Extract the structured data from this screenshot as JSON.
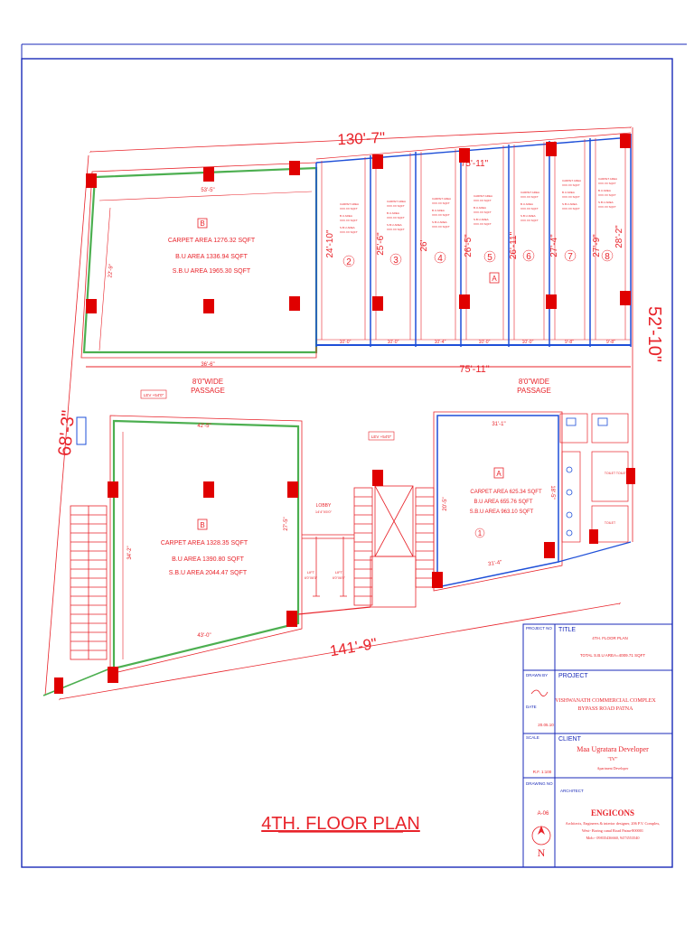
{
  "sheet_title": "4TH. FLOOR PLAN",
  "dims": {
    "top": "130'-7\"",
    "bottom": "141'-9\"",
    "right": "52'-10\"",
    "left": "68'-3\"",
    "shops_run_top": "75'-11\"",
    "passage_run": "75'-11\"",
    "left_run": "36'-6\"",
    "block_b_top_inner": "53'-5\"",
    "block_b_left_inner": "22'-9\"",
    "block_b2_top": "42'-5\"",
    "block_b2_bottom": "43'-0\"",
    "block_b2_left": "34'-2\"",
    "block_b2_right": "27'-5\"",
    "block_a2_top": "31'-1\"",
    "block_a2_bottom": "31'-4\"",
    "block_a2_right": "18'-5\"",
    "block_a2_left": "20'-5\"",
    "shop_depths": [
      "24'-10\"",
      "25'-6\"",
      "26'",
      "26'-5\"",
      "26'-11\"",
      "27'-4\"",
      "27'-9\"",
      "28'-2\""
    ],
    "shop_widths": [
      "10'-0\"",
      "10'-0\"",
      "10'-4\"",
      "10'-0\"",
      "10'-0\"",
      "9'-8\"",
      "9'-8\""
    ]
  },
  "shop_numbers": [
    "2",
    "3",
    "4",
    "5",
    "6",
    "7",
    "8"
  ],
  "shop_tag_a": "A",
  "shop_note_lines": [
    "CARPET AREA",
    "XXX.XX SQFT",
    "B.U AREA",
    "XXX.XX SQFT",
    "S.B.U AREA",
    "XXX.XX SQFT"
  ],
  "block_b_top": {
    "tag": "B",
    "carpet": "CARPET AREA 1276.32 SQFT",
    "bu": "B.U AREA 1336.94 SQFT",
    "sbu": "S.B.U AREA 1965.30 SQFT"
  },
  "block_b_bottom": {
    "tag": "B",
    "carpet": "CARPET AREA 1328.35 SQFT",
    "bu": "B.U AREA 1390.80 SQFT",
    "sbu": "S.B.U AREA 2044.47 SQFT"
  },
  "block_a_bottom": {
    "tag": "A",
    "carpet": "CARPET AREA 625.34 SQFT",
    "bu": "B.U AREA 655.76 SQFT",
    "sbu": "S.B.U AREA 963.10 SQFT",
    "unit_no": "1"
  },
  "passage_left": [
    "8'0\"WIDE",
    "PASSAGE"
  ],
  "passage_right": [
    "8'0\"WIDE",
    "PASSAGE"
  ],
  "level_tags": [
    "LEV +54'0\"",
    "LEV +54'0\""
  ],
  "lobby": [
    "LOBBY",
    "14'4\"X5'0\""
  ],
  "lifts": [
    [
      "LIFT",
      "6'0\"X6'0\""
    ],
    [
      "LIFT",
      "6'0\"X6'0\""
    ]
  ],
  "toilet_labels": [
    "TOILET",
    "TOILET",
    "TOILET"
  ],
  "title_block": {
    "project_no_label": "PROJECT NO",
    "title_label": "TITLE",
    "title_value": "4TH. FLOOR PLAN",
    "total_area": "TOTAL S.B.U AREA=4009.71 SQFT",
    "drawn_by_label": "DRAWN BY",
    "project_label": "PROJECT",
    "project_line1": "VISHWANATH COMMERCIAL COMPLEX",
    "project_line2": "BYPASS ROAD PATNA",
    "date_label": "DATE",
    "date_value": "20.05.10",
    "scale_label": "SCALE",
    "client_label": "CLIENT",
    "client_line1": "Maa Ugratara Developer",
    "client_line2": "\"IV\"",
    "client_line3": "Apartment Developer",
    "scale_value": "R.F. 1:100",
    "drawing_no_label": "DRAWING NO",
    "architect_label": "ARCHITECT",
    "drawing_no_value": "A-06",
    "firm": "ENGICONS",
    "firm_line1": "Architects, Engineers & interior designer, 206 P.V. Complex,",
    "firm_line2": "West- Boring canal Road Patna-800001",
    "firm_line3": "Mob:- 09835436660, 9473553540",
    "north": "N"
  },
  "colors": {
    "wall": "#e8232a",
    "green": "#4caf50",
    "blue": "#1e4fd8",
    "column": "#e00000",
    "frame": "#1a2ab8"
  }
}
